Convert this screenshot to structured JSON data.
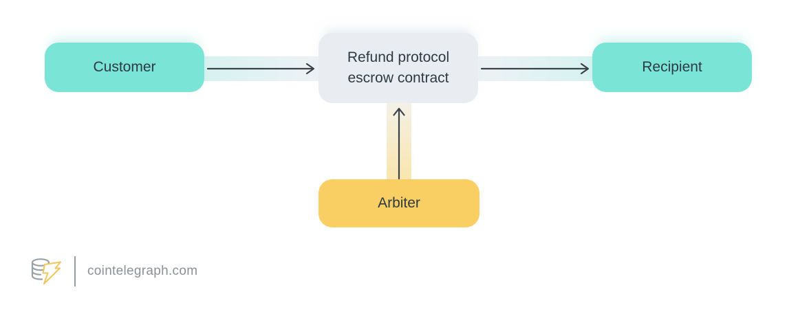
{
  "diagram": {
    "nodes": {
      "customer": {
        "label": "Customer",
        "color": "#7ae4d7"
      },
      "escrow": {
        "line1": "Refund protocol",
        "line2": "escrow contract",
        "color": "#e9edf2"
      },
      "recipient": {
        "label": "Recipient",
        "color": "#7ae4d7"
      },
      "arbiter": {
        "label": "Arbiter",
        "color": "#f9ce62"
      }
    },
    "edges": [
      {
        "from": "customer",
        "to": "escrow",
        "direction": "right"
      },
      {
        "from": "escrow",
        "to": "recipient",
        "direction": "right"
      },
      {
        "from": "arbiter",
        "to": "escrow",
        "direction": "up"
      }
    ],
    "colors": {
      "arrow": "#3a424a",
      "node_text": "#2e3a43",
      "band_teal": "#d6f2ef",
      "band_gray": "#eef2f5",
      "band_yellow": "#f9e5ae",
      "background": "#ffffff"
    }
  },
  "footer": {
    "brand": "cointelegraph.com",
    "logo_gray": "#99a1a8",
    "logo_bolt": "#f0c75e"
  }
}
